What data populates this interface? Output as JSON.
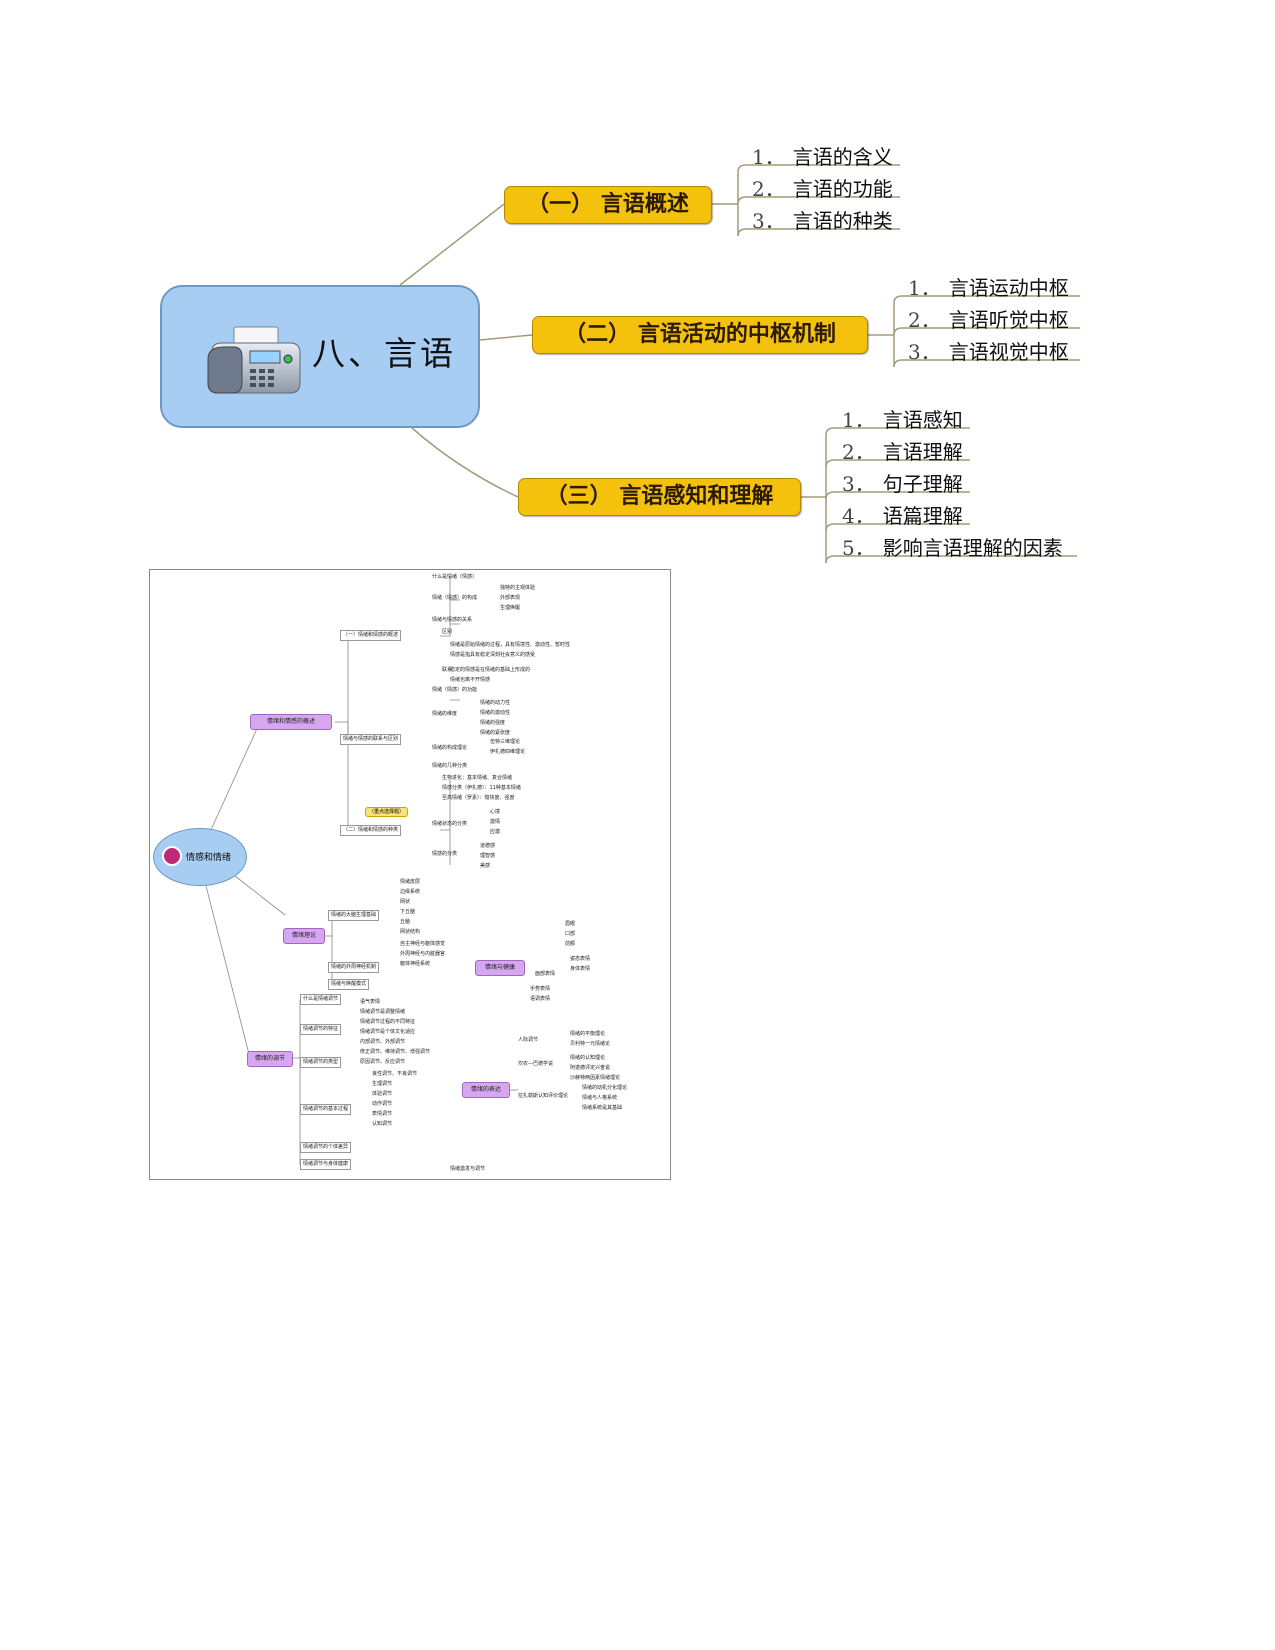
{
  "map1": {
    "root": {
      "label": "八、言语",
      "icon": "fax-machine-icon"
    },
    "branches": [
      {
        "label": "（一） 言语概述",
        "leaves": [
          {
            "num": "1．",
            "text": "言语的含义"
          },
          {
            "num": "2．",
            "text": "言语的功能"
          },
          {
            "num": "3．",
            "text": "言语的种类"
          }
        ]
      },
      {
        "label": "（二） 言语活动的中枢机制",
        "leaves": [
          {
            "num": "1．",
            "text": "言语运动中枢"
          },
          {
            "num": "2．",
            "text": "言语听觉中枢"
          },
          {
            "num": "3．",
            "text": "言语视觉中枢"
          }
        ]
      },
      {
        "label": "（三） 言语感知和理解",
        "leaves": [
          {
            "num": "1．",
            "text": "言语感知"
          },
          {
            "num": "2．",
            "text": "言语理解"
          },
          {
            "num": "3．",
            "text": "句子理解"
          },
          {
            "num": "4．",
            "text": "语篇理解"
          },
          {
            "num": "5．",
            "text": "影响言语理解的因素"
          }
        ]
      }
    ],
    "colors": {
      "root_fill": "#a7cdf2",
      "branch_fill": "#f4c20d",
      "line": "#a59a78"
    }
  },
  "map2": {
    "root": {
      "label": "情感和情绪"
    },
    "branches": [
      {
        "label": "情绪和情感的概述"
      },
      {
        "label": "情绪理论"
      },
      {
        "label": "情绪的调节"
      },
      {
        "label": "情绪与健康"
      },
      {
        "label": "情绪的表达"
      }
    ],
    "sub": {
      "s1": "（一）情绪和情感的概述",
      "s2": "情绪与情感的联系与区别",
      "s3": "（二）情绪和情感的种类",
      "tag": "（重点选择题）",
      "s4": "情绪的大脑生理基础",
      "s5": "情绪的外周神经机制",
      "s6": "情绪与唤醒模式",
      "s7": "什么是情绪调节",
      "s8": "情绪调节的特征",
      "s9": "情绪调节的类型",
      "s10": "情绪调节的基本过程",
      "s11": "情绪调节的个体差异",
      "s12": "情绪调节与身体健康"
    },
    "details": [
      "什么是情绪（情感）",
      "情绪（情感）的构成",
      "独特的主观体验",
      "外部表现",
      "生理唤醒",
      "情绪与情感的关系",
      "区别",
      "情绪是原始情绪的过程，具有情境性、激动性、暂时性",
      "情感是指具有稳定深刻社会意义的感受",
      "联系",
      "稳定的情感是在情绪的基础上形成的",
      "情绪也离不开情感",
      "情绪（情感）的功能",
      "情绪的维度",
      "情绪的动力性",
      "情绪的激动性",
      "情绪的强度",
      "情绪的紧张度",
      "情绪的构成理论",
      "伍特三维理论",
      "伊扎德四维理论",
      "情绪的几种分类",
      "生物进化：基本情绪、复合情绪",
      "情感分类（伊扎德）：11种基本情绪",
      "至高情绪（罗素）：愉快度、强度",
      "情绪状态的分类",
      "心境",
      "激情",
      "应激",
      "情感的分类",
      "道德感",
      "理智感",
      "美感",
      "情绪皮层",
      "边缘系统",
      "网状",
      "下丘脑",
      "丘脑",
      "网状结构",
      "自主神经与躯体感觉",
      "外周神经与内脏器官",
      "躯体神经系统",
      "面部表情",
      "眉眼",
      "口部",
      "前额",
      "姿态表情",
      "身体表情",
      "手势表情",
      "语调表情",
      "语气表情",
      "情绪调节是调整情绪",
      "情绪调节过程的不同特征",
      "情绪调节是个体文化适应",
      "内部调节、外部调节",
      "修正调节、维持调节、增强调节",
      "原因调节、反应调节",
      "良性调节、不良调节",
      "生理调节",
      "体验调节",
      "动作调节",
      "表情调节",
      "认知调节",
      "人际调节",
      "情绪的平衡理论",
      "贝利特一元情绪论",
      "坎农—巴德学说",
      "情绪的认知理论",
      "阿诺德评定兴奋说",
      "沙赫特两因素情绪理论",
      "拉扎勒斯认知评价理论",
      "情绪的动机分化理论",
      "情绪与人格系统",
      "情绪系统是其基础",
      "情绪激发与调节"
    ],
    "colors": {
      "root_fill": "#a7cdf2",
      "branch_fill": "#d7a6f0",
      "tag_fill": "#f8e27a"
    }
  }
}
